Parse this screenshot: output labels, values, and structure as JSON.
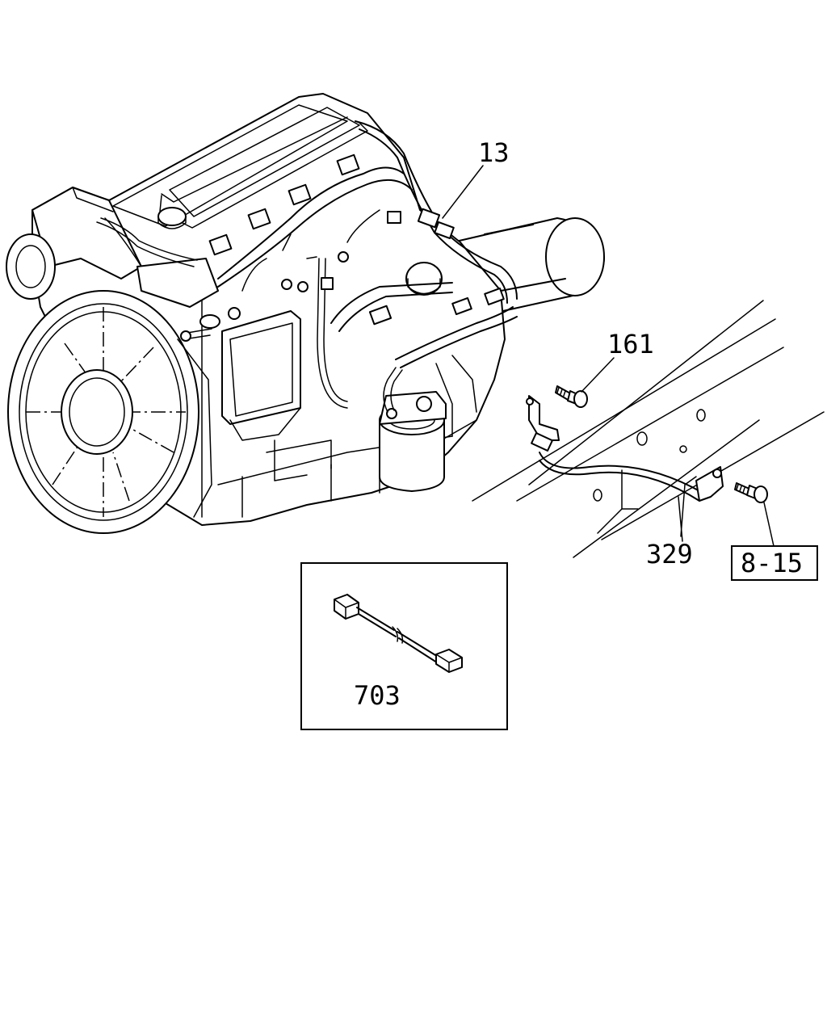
{
  "diagram": {
    "callouts": {
      "harness": "13",
      "bolt": "161",
      "bracket": "329",
      "reference": "8-15",
      "extension_harness": "703"
    }
  }
}
